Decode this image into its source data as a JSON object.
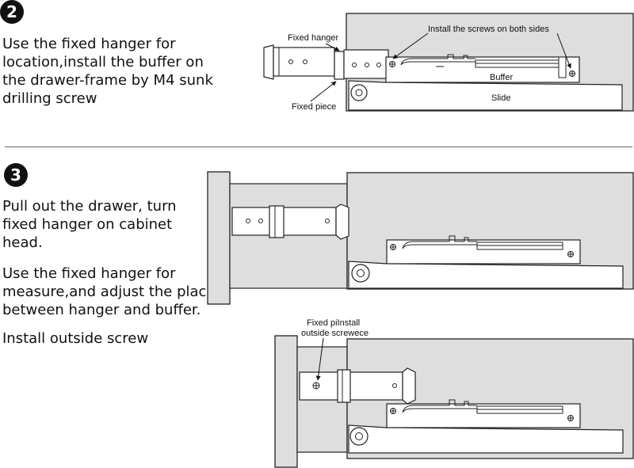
{
  "step2": {
    "number": "2",
    "text_lines": [
      "Use the fixed hanger for",
      "location,install the buffer on",
      "the drawer-frame by M4 sunk",
      "drilling screw"
    ]
  },
  "step3": {
    "number": "3",
    "para1_lines": [
      "Pull out the drawer, turn",
      "fixed hanger on cabinet",
      "head."
    ],
    "para2_lines": [
      "Use the fixed hanger for",
      "measure,and adjust the place",
      "between hanger and buffer."
    ],
    "para3": "Install outside screw"
  },
  "diagram_labels": {
    "fixed_hanger": "Fixed hanger",
    "install_screws": "Install the screws on both sides",
    "buffer": "Buffer",
    "slide": "Slide",
    "fixed_piece": "Fixed piece",
    "callout_line1": "Fixed piInstall",
    "callout_line2": "outside screwece"
  }
}
